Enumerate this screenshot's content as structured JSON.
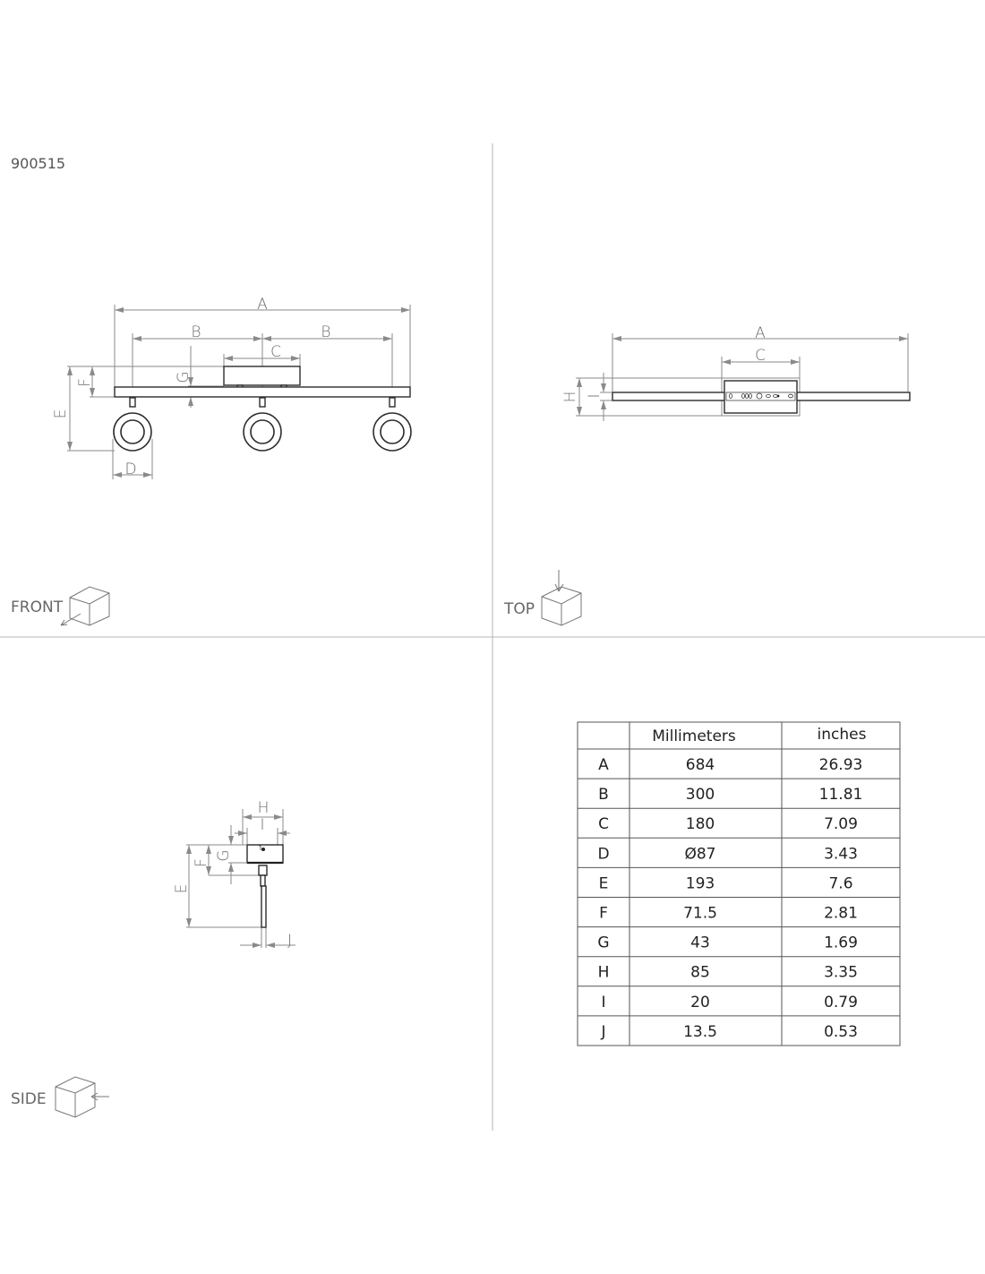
{
  "product_code": "900515",
  "views": {
    "front": {
      "label": "FRONT",
      "dims": {
        "A": "A",
        "B1": "B",
        "B2": "B",
        "C": "C",
        "D": "D",
        "E": "E",
        "F": "F",
        "G": "G"
      }
    },
    "top": {
      "label": "TOP",
      "dims": {
        "A": "A",
        "C": "C",
        "H": "H",
        "I": "I"
      }
    },
    "side": {
      "label": "SIDE",
      "dims": {
        "E": "E",
        "F": "F",
        "G": "G",
        "H": "H",
        "I": "I",
        "J": "J"
      }
    }
  },
  "table": {
    "headers": [
      "",
      "Millimeters",
      "inches"
    ],
    "rows": [
      {
        "key": "A",
        "mm": "684",
        "in": "26.93"
      },
      {
        "key": "B",
        "mm": "300",
        "in": "11.81"
      },
      {
        "key": "C",
        "mm": "180",
        "in": "7.09"
      },
      {
        "key": "D",
        "mm": "Ø87",
        "in": "3.43"
      },
      {
        "key": "E",
        "mm": "193",
        "in": "7.6"
      },
      {
        "key": "F",
        "mm": "71.5",
        "in": "2.81"
      },
      {
        "key": "G",
        "mm": "43",
        "in": "1.69"
      },
      {
        "key": "H",
        "mm": "85",
        "in": "3.35"
      },
      {
        "key": "I",
        "mm": "20",
        "in": "0.79"
      },
      {
        "key": "J",
        "mm": "13.5",
        "in": "0.53"
      }
    ]
  }
}
